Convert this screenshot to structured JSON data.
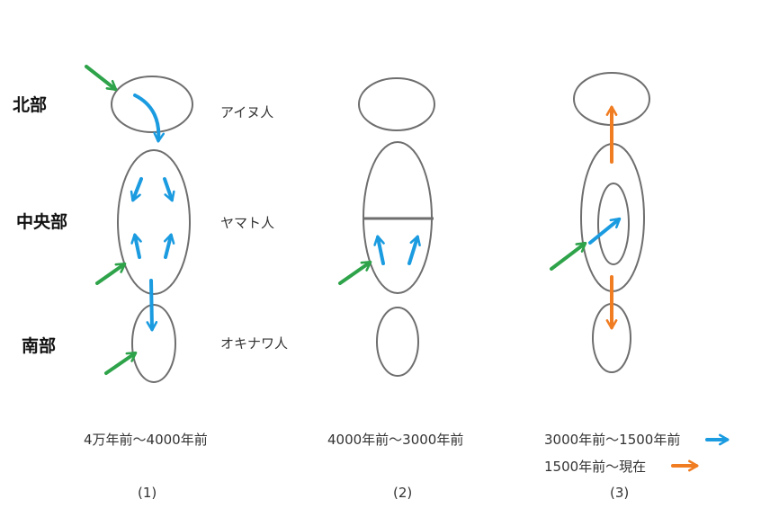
{
  "regions": {
    "north": "北部",
    "central": "中央部",
    "south": "南部"
  },
  "peoples": {
    "ainu": "アイヌ人",
    "yamato": "ヤマト人",
    "okinawa": "オキナワ人"
  },
  "periods": {
    "p1": "4万年前〜4000年前",
    "p2": "4000年前〜3000年前",
    "p3_blue": "3000年前〜1500年前",
    "p3_orange": "1500年前〜現在"
  },
  "panels": {
    "p1": "(1)",
    "p2": "(2)",
    "p3": "(3)"
  },
  "colors": {
    "green": "#2ea34a",
    "blue": "#1b9be0",
    "orange": "#f07d22",
    "outline": "#6e6e6e"
  }
}
